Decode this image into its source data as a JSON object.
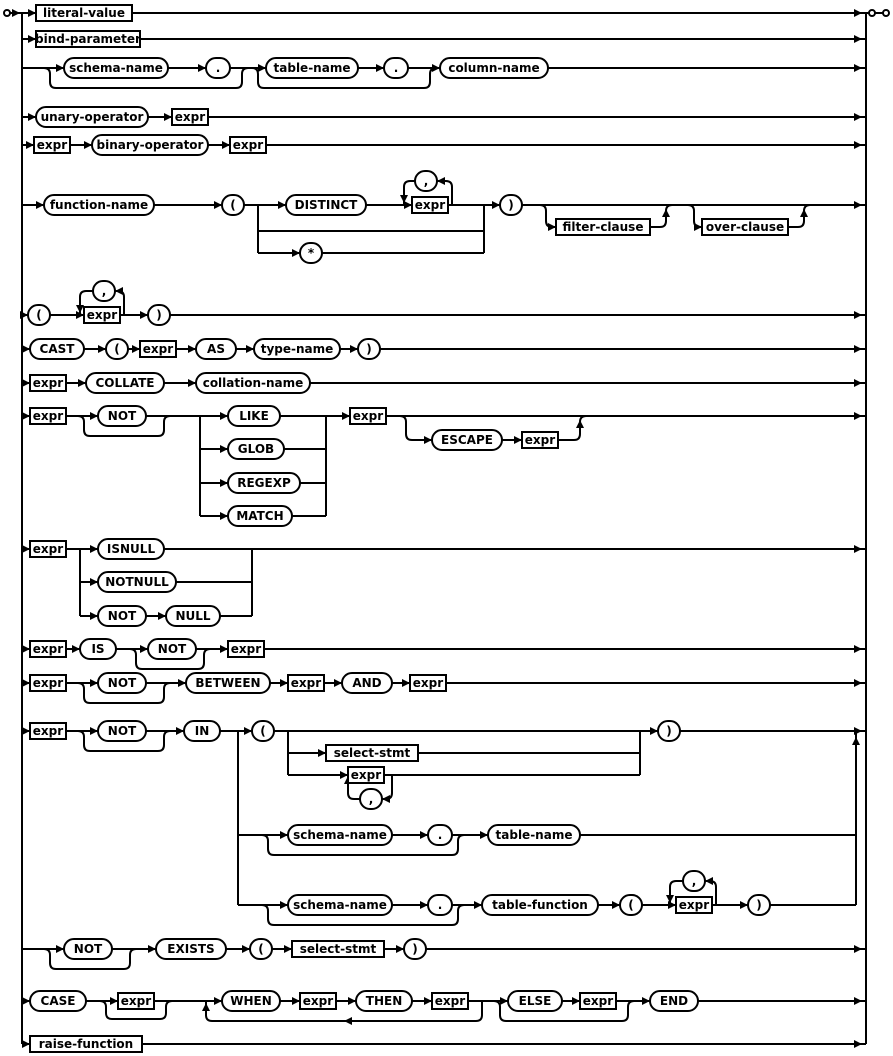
{
  "diagram": {
    "name": "sqlite-expr-railroad-diagram",
    "colors": {
      "line": "#000000",
      "node_fill": "#ffffff",
      "text": "#000000",
      "background": "#ffffff"
    },
    "labels": {
      "literal_value": "literal-value",
      "bind_parameter": "bind-parameter",
      "schema_name": "schema-name",
      "dot": ".",
      "table_name": "table-name",
      "column_name": "column-name",
      "unary_operator": "unary-operator",
      "expr": "expr",
      "binary_operator": "binary-operator",
      "function_name": "function-name",
      "lparen": "(",
      "rparen": ")",
      "distinct": "DISTINCT",
      "comma": ",",
      "star": "*",
      "filter_clause": "filter-clause",
      "over_clause": "over-clause",
      "cast": "CAST",
      "as": "AS",
      "type_name": "type-name",
      "collate": "COLLATE",
      "collation_name": "collation-name",
      "not": "NOT",
      "like": "LIKE",
      "glob": "GLOB",
      "regexp": "REGEXP",
      "match": "MATCH",
      "escape": "ESCAPE",
      "isnull": "ISNULL",
      "notnull": "NOTNULL",
      "null": "NULL",
      "is": "IS",
      "between": "BETWEEN",
      "and": "AND",
      "in": "IN",
      "select_stmt": "select-stmt",
      "table_function": "table-function",
      "exists": "EXISTS",
      "case": "CASE",
      "when": "WHEN",
      "then": "THEN",
      "else": "ELSE",
      "end": "END",
      "raise_function": "raise-function"
    }
  }
}
